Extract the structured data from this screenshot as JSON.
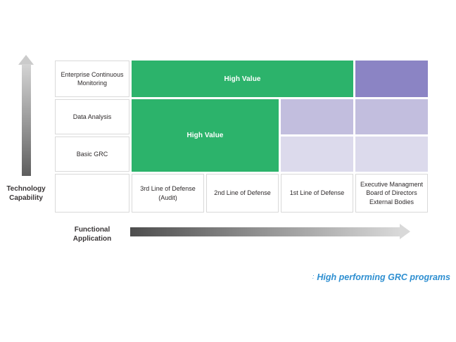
{
  "diagram": {
    "y_axis": {
      "label_lines": [
        "Technology",
        "Capability"
      ],
      "arrow_direction": "up"
    },
    "x_axis": {
      "label_lines": [
        "Functional",
        "Application"
      ],
      "arrow_direction": "right"
    },
    "matrix": {
      "row_labels": [
        {
          "lines": [
            "Enterprise Continuous",
            "Monitoring"
          ]
        },
        {
          "lines": [
            "Data Analysis"
          ]
        },
        {
          "lines": [
            "Basic GRC"
          ]
        }
      ],
      "column_headers": [
        {
          "lines": [
            "3rd Line of Defense",
            "(Audit)"
          ]
        },
        {
          "lines": [
            "2nd Line of Defense"
          ]
        },
        {
          "lines": [
            "1st Line of Defense"
          ]
        },
        {
          "lines": [
            "Executive Managment",
            "Board of Directors",
            "External Bodies"
          ]
        }
      ],
      "high_value_top_label": "High Value",
      "high_value_main_label": "High Value"
    },
    "footnote": {
      "marker": ":",
      "text": "High performing GRC programs"
    }
  },
  "colors": {
    "green": "#2cb36b",
    "purple_dark": "#8b84c4",
    "purple_mid": "#c2bede",
    "purple_light": "#dcdaec",
    "accent_blue": "#2e8fd1",
    "arrow_dark": "#4e4e4e",
    "arrow_light": "#d9d9d9",
    "cell_border": "#d9d9d9",
    "text_dark": "#2e2a2b"
  }
}
